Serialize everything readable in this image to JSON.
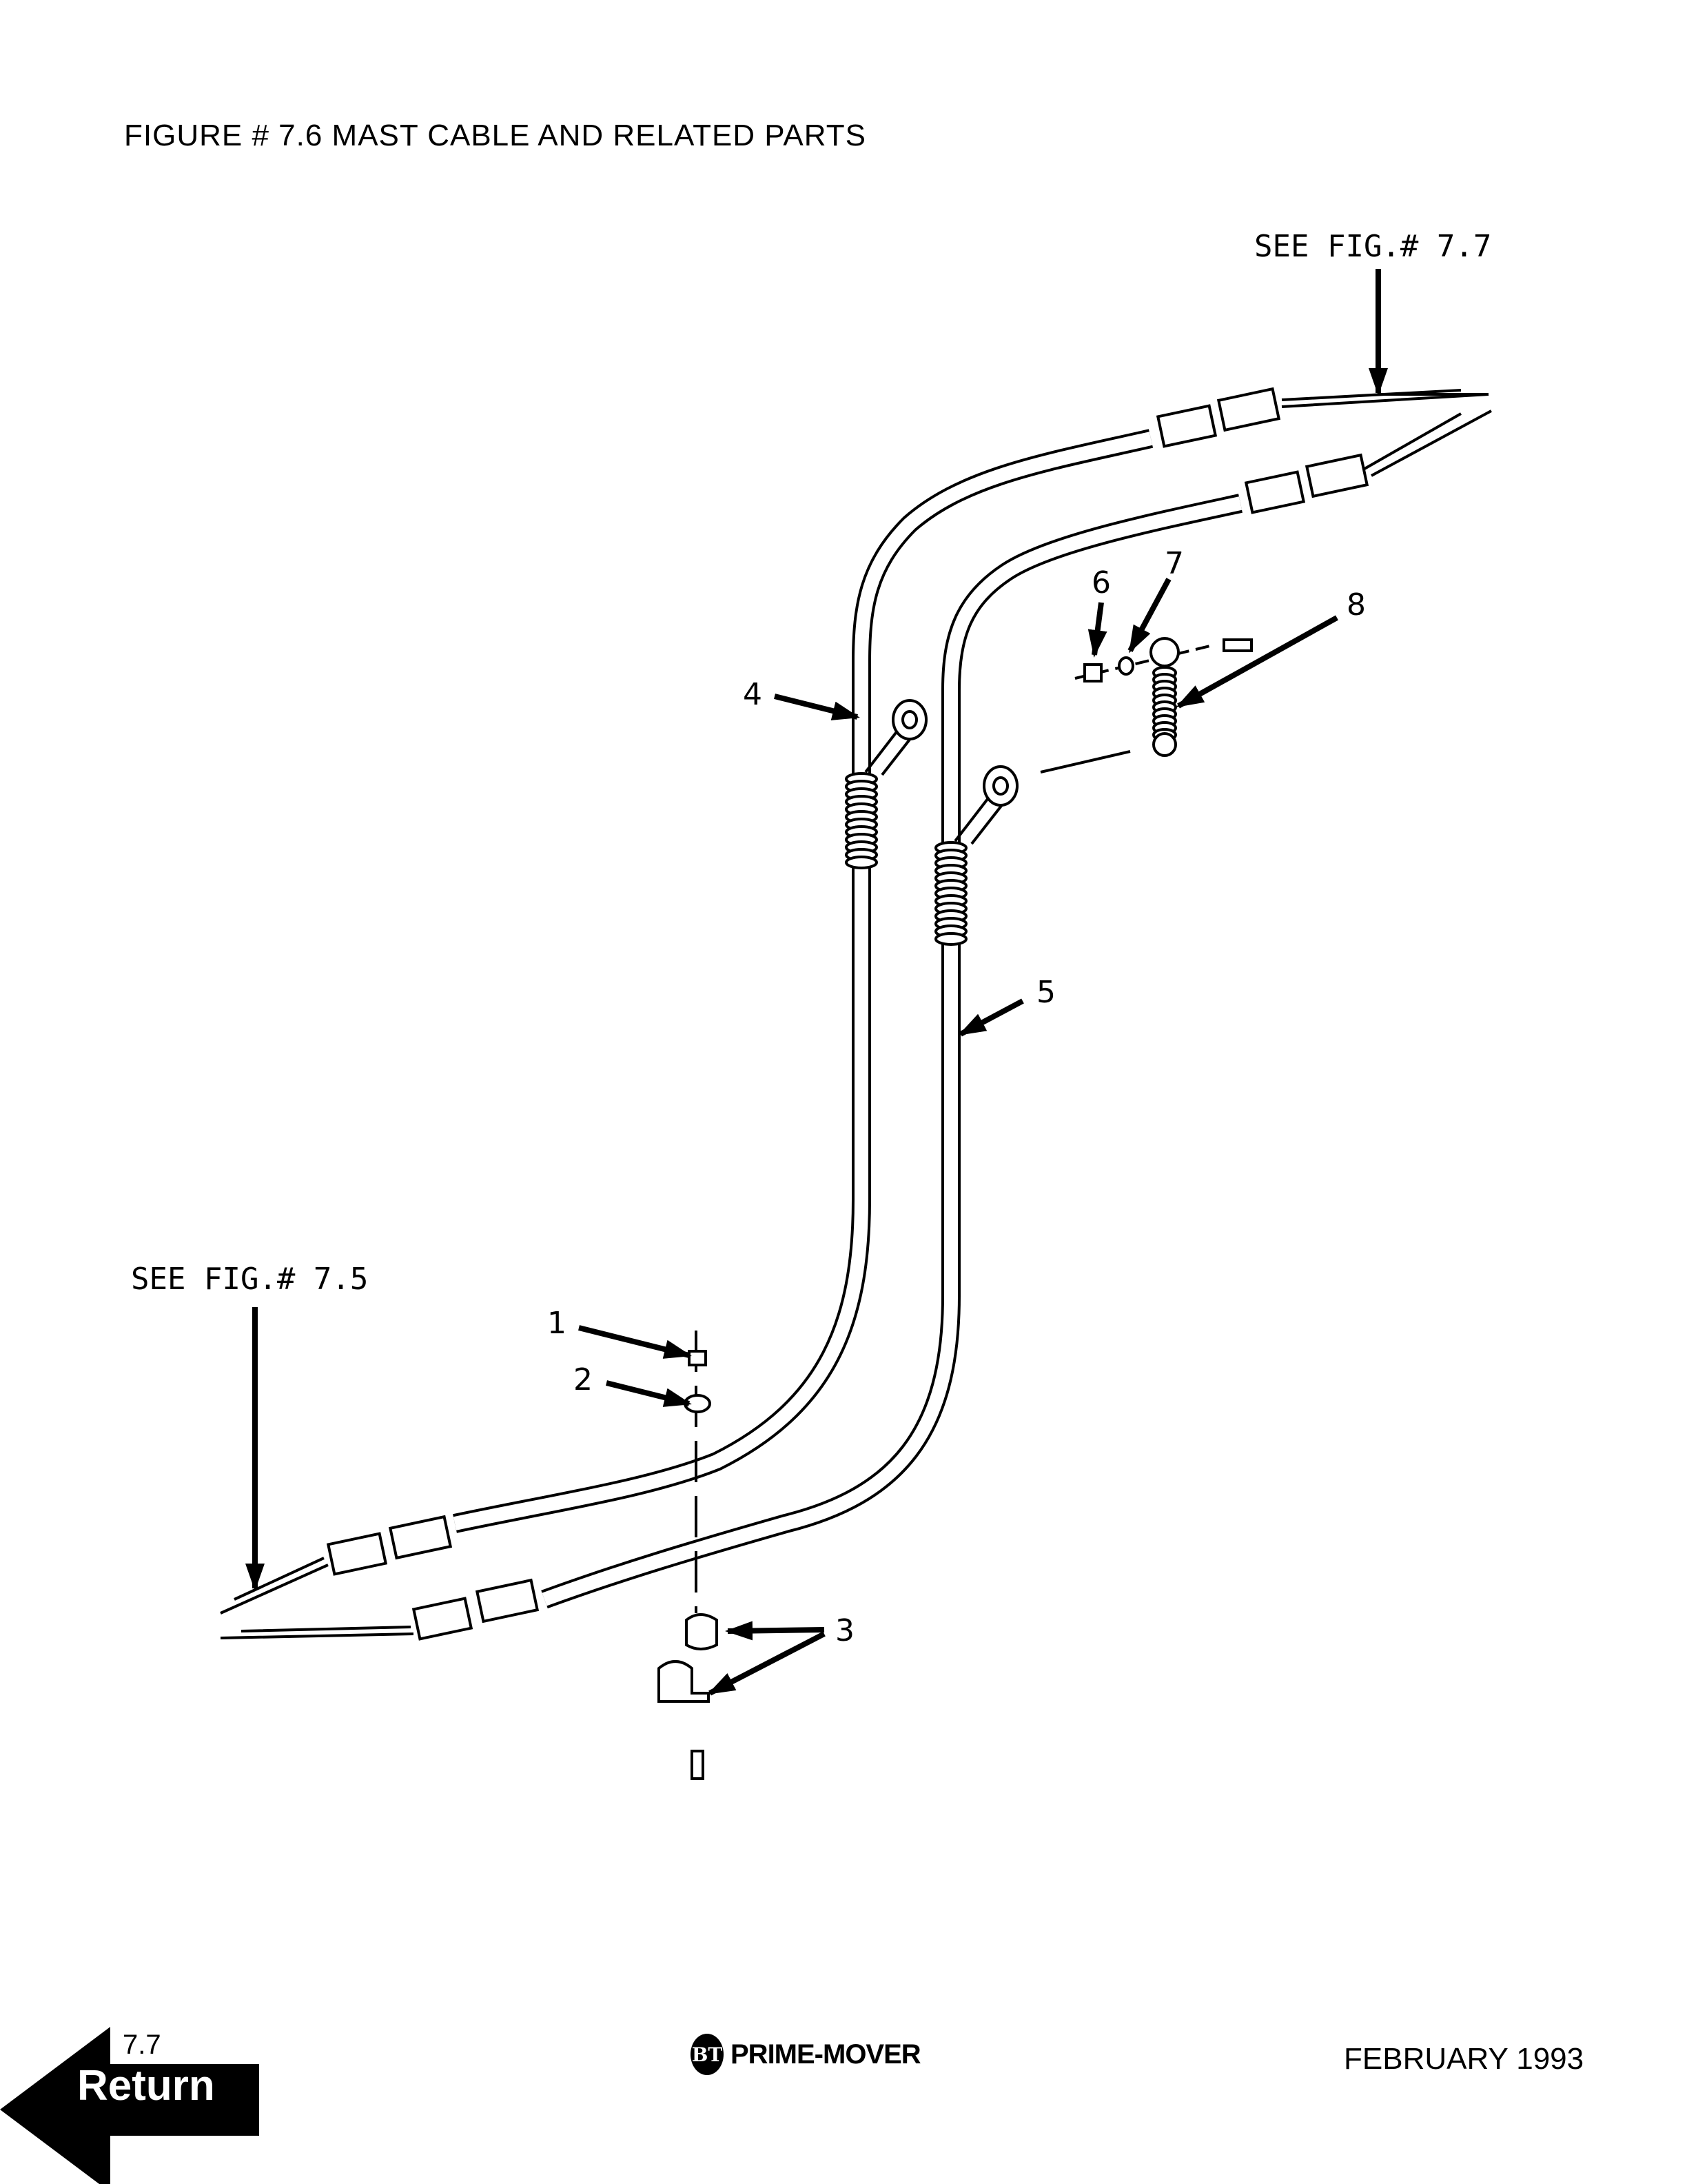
{
  "title": "FIGURE # 7.6  MAST CABLE AND RELATED PARTS",
  "references": {
    "top": "SEE FIG.# 7.7",
    "bottom": "SEE FIG.# 7.5"
  },
  "callouts": [
    "1",
    "2",
    "3",
    "4",
    "5",
    "6",
    "7",
    "8"
  ],
  "footer": {
    "page_number": "7.7",
    "return_label": "Return",
    "brand_mark": "BT",
    "brand_name": "PRIME-MOVER",
    "date": "FEBRUARY 1993"
  }
}
